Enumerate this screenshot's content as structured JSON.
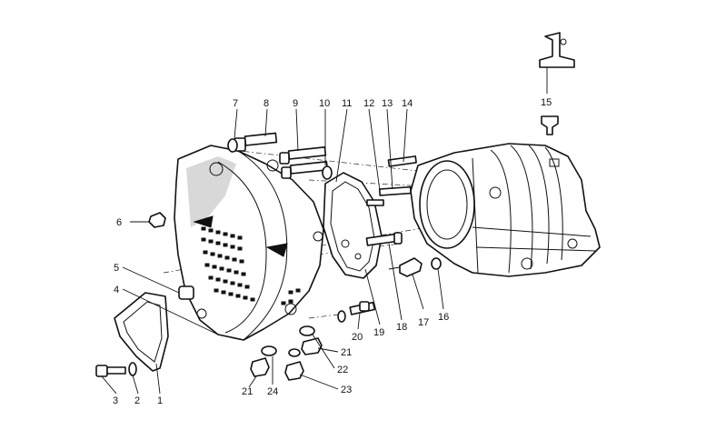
{
  "callouts": [
    {
      "id": "1",
      "label": "1"
    },
    {
      "id": "2",
      "label": "2"
    },
    {
      "id": "3",
      "label": "3"
    },
    {
      "id": "4",
      "label": "4"
    },
    {
      "id": "5",
      "label": "5"
    },
    {
      "id": "6",
      "label": "6"
    },
    {
      "id": "7",
      "label": "7"
    },
    {
      "id": "8",
      "label": "8"
    },
    {
      "id": "9",
      "label": "9"
    },
    {
      "id": "10",
      "label": "10"
    },
    {
      "id": "11",
      "label": "11"
    },
    {
      "id": "12",
      "label": "12"
    },
    {
      "id": "13",
      "label": "13"
    },
    {
      "id": "14",
      "label": "14"
    },
    {
      "id": "15",
      "label": "15"
    },
    {
      "id": "16",
      "label": "16"
    },
    {
      "id": "17",
      "label": "17"
    },
    {
      "id": "18",
      "label": "18"
    },
    {
      "id": "19",
      "label": "19"
    },
    {
      "id": "20",
      "label": "20"
    },
    {
      "id": "21a",
      "label": "21"
    },
    {
      "id": "21b",
      "label": "21"
    },
    {
      "id": "22",
      "label": "22"
    },
    {
      "id": "23",
      "label": "23"
    },
    {
      "id": "24",
      "label": "24"
    }
  ]
}
